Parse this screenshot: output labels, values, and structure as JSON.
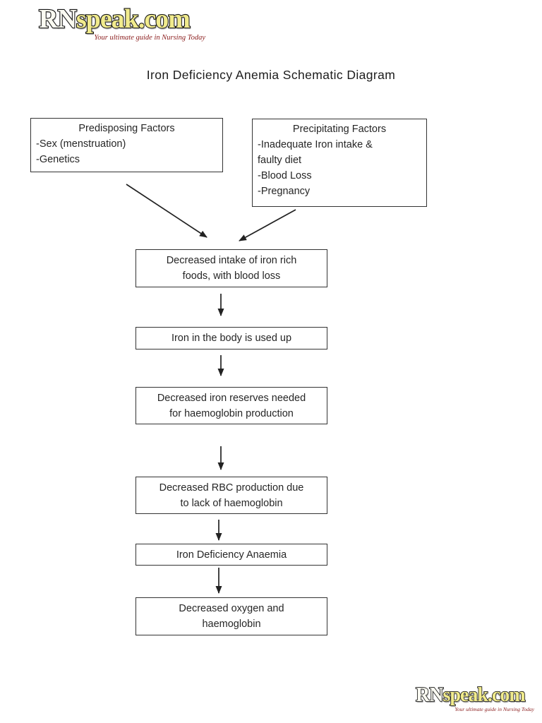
{
  "logo": {
    "brand_prefix": "RN",
    "brand_suffix": "speak.com",
    "tagline": "Your ultimate guide in Nursing Today"
  },
  "title": "Iron Deficiency Anemia Schematic Diagram",
  "factor_boxes": {
    "predisposing": {
      "title": "Predisposing Factors",
      "lines": [
        "-Sex (menstruation)",
        "-Genetics"
      ]
    },
    "precipitating": {
      "title": "Precipitating Factors",
      "lines": [
        "-Inadequate Iron intake &",
        "faulty diet",
        "-Blood Loss",
        "-Pregnancy"
      ]
    }
  },
  "flow_boxes": [
    {
      "lines": [
        "Decreased intake of iron rich",
        "foods, with blood loss"
      ]
    },
    {
      "lines": [
        "Iron in the body is used up"
      ]
    },
    {
      "lines": [
        "Decreased iron reserves needed",
        "for haemoglobin production"
      ]
    },
    {
      "lines": [
        "Decreased RBC production due",
        "to lack of haemoglobin"
      ]
    },
    {
      "lines": [
        "Iron Deficiency Anaemia"
      ]
    },
    {
      "lines": [
        "Decreased oxygen and",
        "haemoglobin"
      ]
    }
  ],
  "colors": {
    "logo_yellow": "#f1eb8c",
    "logo_white": "#fbfbf2",
    "logo_outline": "#141414",
    "tagline_maroon": "#8b1d1d",
    "box_border": "#333333",
    "arrow": "#222222",
    "background": "#ffffff"
  }
}
